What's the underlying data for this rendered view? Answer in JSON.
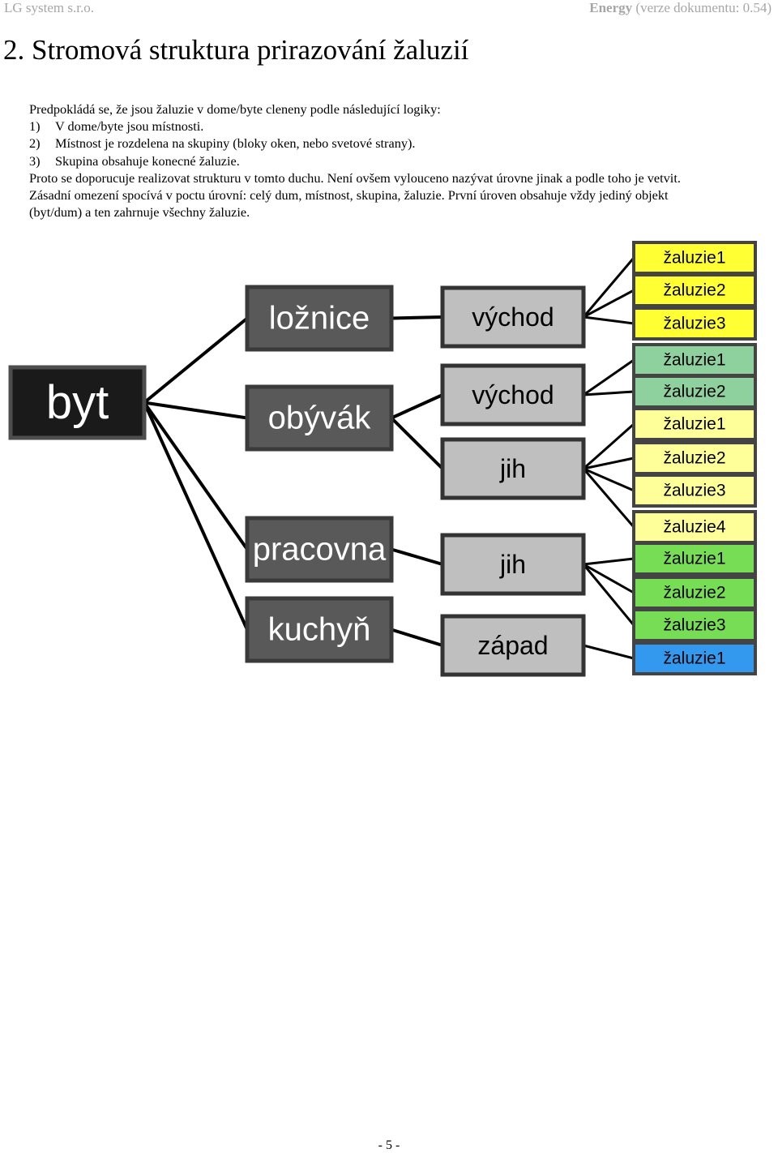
{
  "header": {
    "company": "LG system s.r.o.",
    "product": "Energy",
    "version": "(verze dokumentu: 0.54)"
  },
  "heading": "2. Stromová struktura prirazování žaluzií",
  "body": {
    "intro": "Predpokládá se, že jsou žaluzie v dome/byte cleneny podle následující logiky:",
    "items": [
      {
        "num": "1)",
        "text": "V dome/byte jsou místnosti."
      },
      {
        "num": "2)",
        "text": "Místnost je rozdelena na skupiny (bloky oken, nebo svetové strany)."
      },
      {
        "num": "3)",
        "text": "Skupina obsahuje konecné žaluzie."
      }
    ],
    "para_lines": [
      "Proto se doporucuje realizovat strukturu v tomto duchu. Není ovšem vylouceno nazývat úrovne jinak a podle toho je vetvit.",
      "Zásadní omezení spocívá v poctu úrovní: celý dum, místnost, skupina, žaluzie. První úroven obsahuje vždy jediný objekt",
      "(byt/dum) a ten zahrnuje všechny žaluzie."
    ]
  },
  "tree": {
    "root": "byt",
    "rooms": [
      "ložnice",
      "obývák",
      "pracovna",
      "kuchyň"
    ],
    "groups": [
      "východ",
      "východ",
      "jih",
      "jih",
      "západ"
    ],
    "blinds": [
      {
        "label": "žaluzie1",
        "color": "#ffff33"
      },
      {
        "label": "žaluzie2",
        "color": "#ffff33"
      },
      {
        "label": "žaluzie3",
        "color": "#ffff33"
      },
      {
        "label": "žaluzie1",
        "color": "#8fd19e"
      },
      {
        "label": "žaluzie2",
        "color": "#8fd19e"
      },
      {
        "label": "žaluzie1",
        "color": "#ffff99"
      },
      {
        "label": "žaluzie2",
        "color": "#ffff99"
      },
      {
        "label": "žaluzie3",
        "color": "#ffff99"
      },
      {
        "label": "žaluzie4",
        "color": "#ffff99"
      },
      {
        "label": "žaluzie1",
        "color": "#77dd55"
      },
      {
        "label": "žaluzie2",
        "color": "#77dd55"
      },
      {
        "label": "žaluzie3",
        "color": "#77dd55"
      },
      {
        "label": "žaluzie1",
        "color": "#3399ee"
      }
    ],
    "colors": {
      "root_fill": "#1a1a1a",
      "room_fill": "#595959",
      "group_fill": "#bfbfbf"
    }
  },
  "footer": {
    "page": "- 5 -"
  }
}
